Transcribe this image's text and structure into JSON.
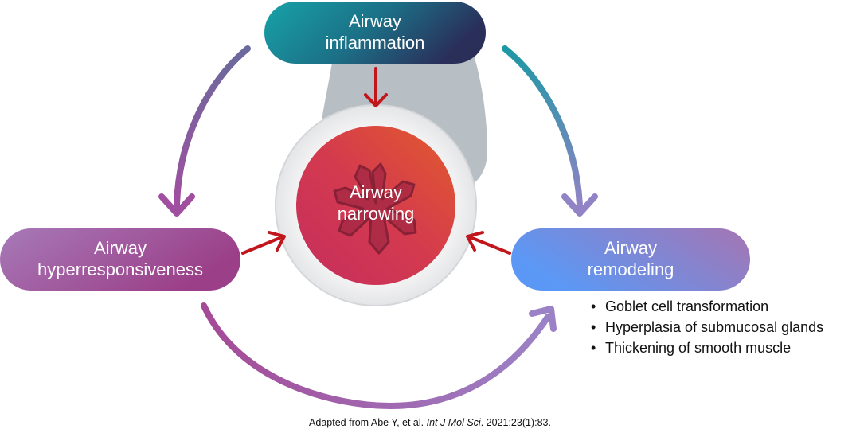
{
  "nodes": {
    "inflammation": {
      "line1": "Airway",
      "line2": "inflammation"
    },
    "narrowing": {
      "line1": "Airway",
      "line2": "narrowing"
    },
    "hyperresponsiveness": {
      "line1": "Airway",
      "line2": "hyperresponsiveness"
    },
    "remodeling": {
      "line1": "Airway",
      "line2": "remodeling"
    }
  },
  "remodeling_features": [
    "Goblet cell transformation",
    "Hyperplasia of submucosal glands",
    "Thickening of smooth muscle"
  ],
  "caption": {
    "before": "Adapted from Abe Y, et al. ",
    "journal": "Int J Mol Sci",
    "after": ". 2021;23(1):83."
  },
  "colors": {
    "teal": "#1a98a4",
    "navy": "#27345e",
    "purple": "#9c4f99",
    "blue": "#5b8ff0",
    "lavender": "#9a80c3",
    "red_arrow": "#c0161c",
    "narrow_core": "#d6384e",
    "tissue_gray": "#b6bec3"
  }
}
